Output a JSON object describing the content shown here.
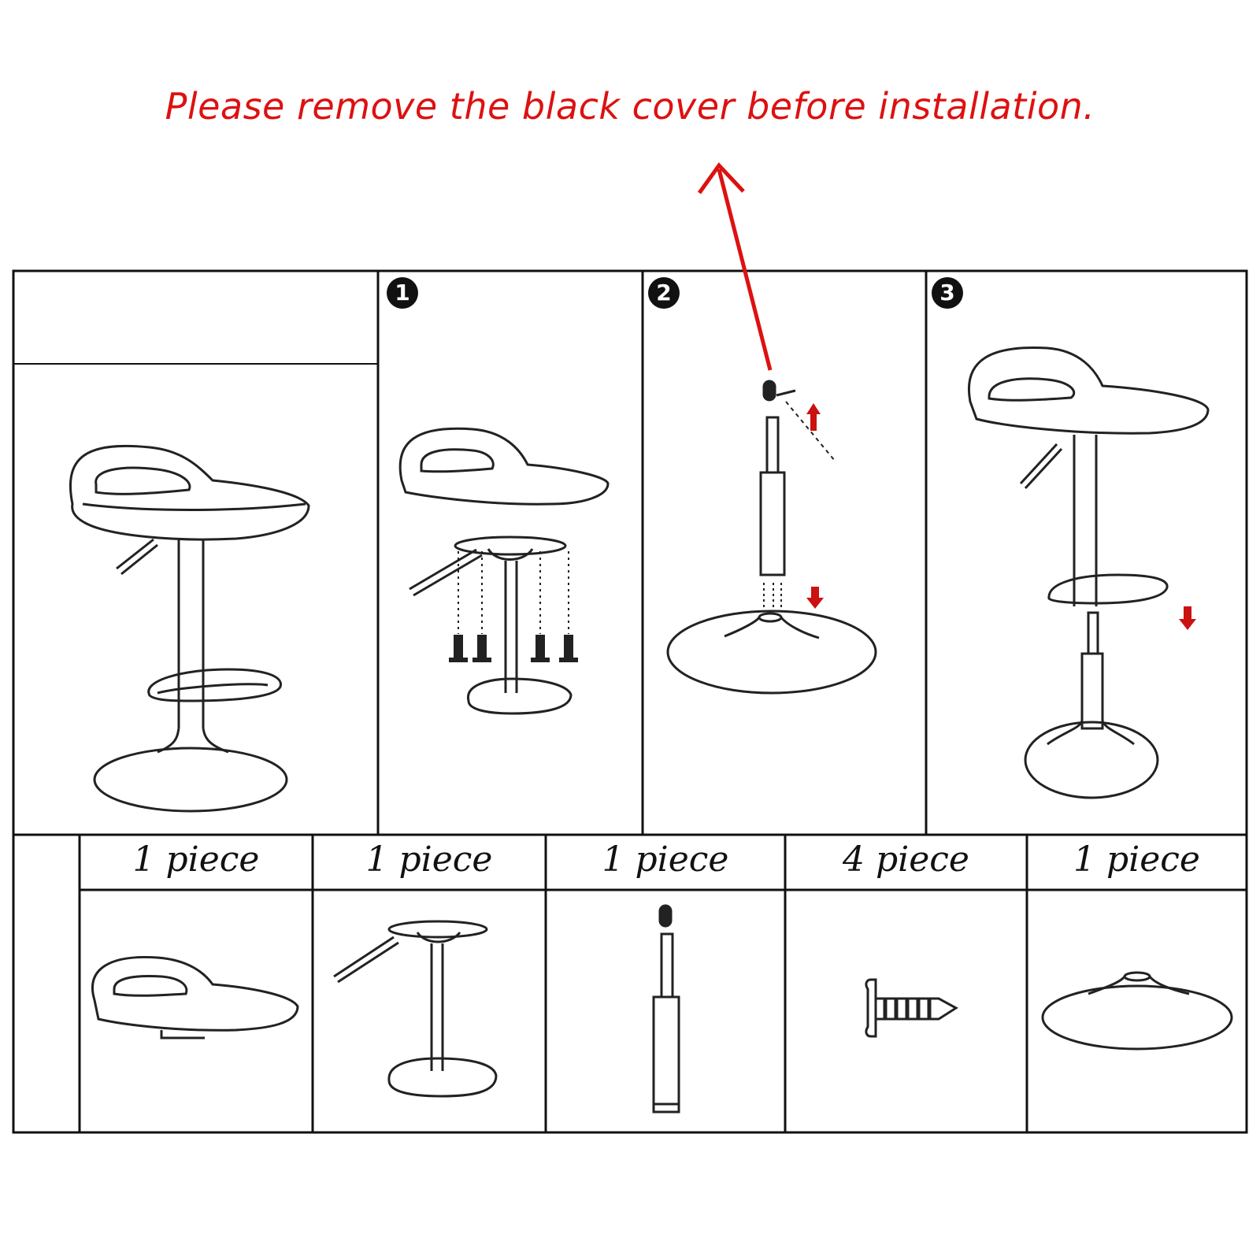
{
  "notice": {
    "text": "Please remove the black cover before installation.",
    "color": "#dd1111"
  },
  "steps": [
    {
      "label": "1",
      "depicts": "seat-attach-to-column-with-screws"
    },
    {
      "label": "2",
      "depicts": "gas-lift-into-base"
    },
    {
      "label": "3",
      "depicts": "column-onto-gas-lift"
    }
  ],
  "parts": [
    {
      "quantity": "1 piece",
      "icon": "seat-icon"
    },
    {
      "quantity": "1 piece",
      "icon": "column-footrest-icon"
    },
    {
      "quantity": "1 piece",
      "icon": "gas-lift-icon"
    },
    {
      "quantity": "4 piece",
      "icon": "screw-icon"
    },
    {
      "quantity": "1 piece",
      "icon": "base-icon"
    }
  ]
}
